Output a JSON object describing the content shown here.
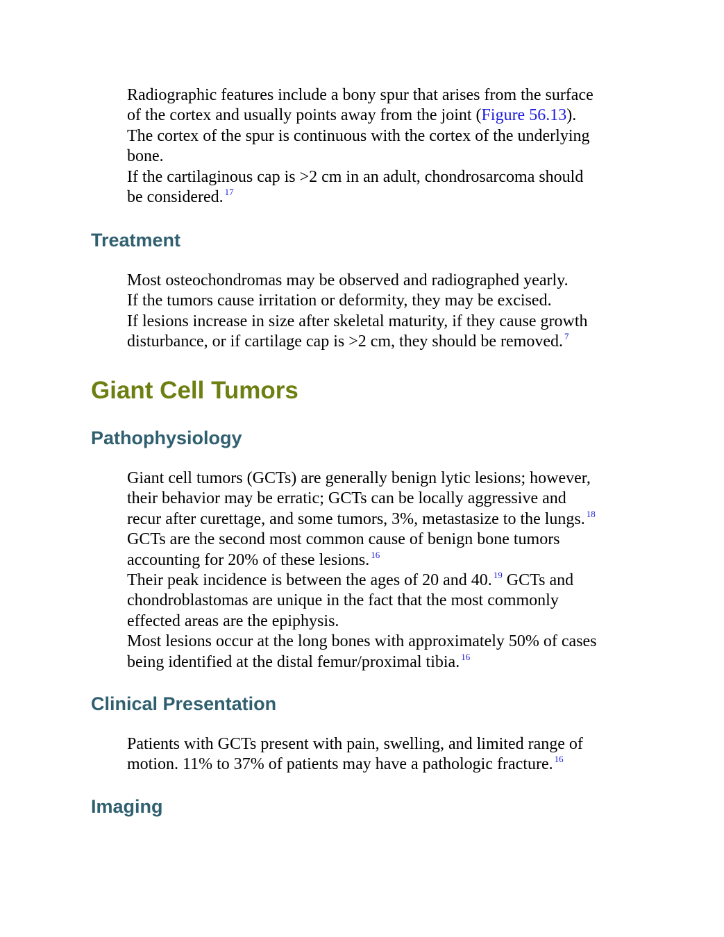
{
  "block1": {
    "line1": "Radiographic features include a bony spur that arises from the surface",
    "line2_pre": "of the cortex and usually points away from the joint (",
    "line2_link": "Figure 56.13",
    "line2_post": ").",
    "line3": "The cortex of the spur is continuous with the cortex of the underlying",
    "line4": "bone.",
    "line5": "If the cartilaginous cap is >2 cm in an adult, chondrosarcoma should",
    "line6": "be considered.",
    "line6_ref": "17"
  },
  "treatment": {
    "heading": "Treatment",
    "line1": "Most osteochondromas may be observed and radiographed yearly.",
    "line2": "If the tumors cause irritation or deformity, they may be excised.",
    "line3": "If lesions increase in size after skeletal maturity, if they cause growth",
    "line4": "disturbance, or if cartilage cap is >2 cm, they should be removed.",
    "line4_ref": "7"
  },
  "section_title": "Giant Cell Tumors",
  "pathophysiology": {
    "heading": "Pathophysiology",
    "line1": "Giant cell tumors (GCTs) are generally benign lytic lesions; however,",
    "line2": "their behavior may be erratic; GCTs can be locally aggressive and",
    "line3": "recur after curettage, and some tumors, 3%, metastasize to the lungs.",
    "line3_ref": "18",
    "line4": "GCTs are the second most common cause of benign bone tumors",
    "line5": "accounting for 20% of these lesions.",
    "line5_ref": "16",
    "line6_pre": "Their peak incidence is between the ages of 20 and 40.",
    "line6_ref": "19",
    "line6_post": " GCTs and",
    "line7": "chondroblastomas are unique in the fact that the most commonly",
    "line8": "effected areas are the epiphysis.",
    "line9": "Most lesions occur at the long bones with approximately 50% of cases",
    "line10": "being identified at the distal femur/proximal tibia.",
    "line10_ref": "16"
  },
  "clinical": {
    "heading": "Clinical Presentation",
    "line1": "Patients with GCTs present with pain, swelling, and limited range of",
    "line2": "motion. 11% to 37% of patients may have a pathologic fracture.",
    "line2_ref": "16"
  },
  "imaging": {
    "heading": "Imaging"
  }
}
